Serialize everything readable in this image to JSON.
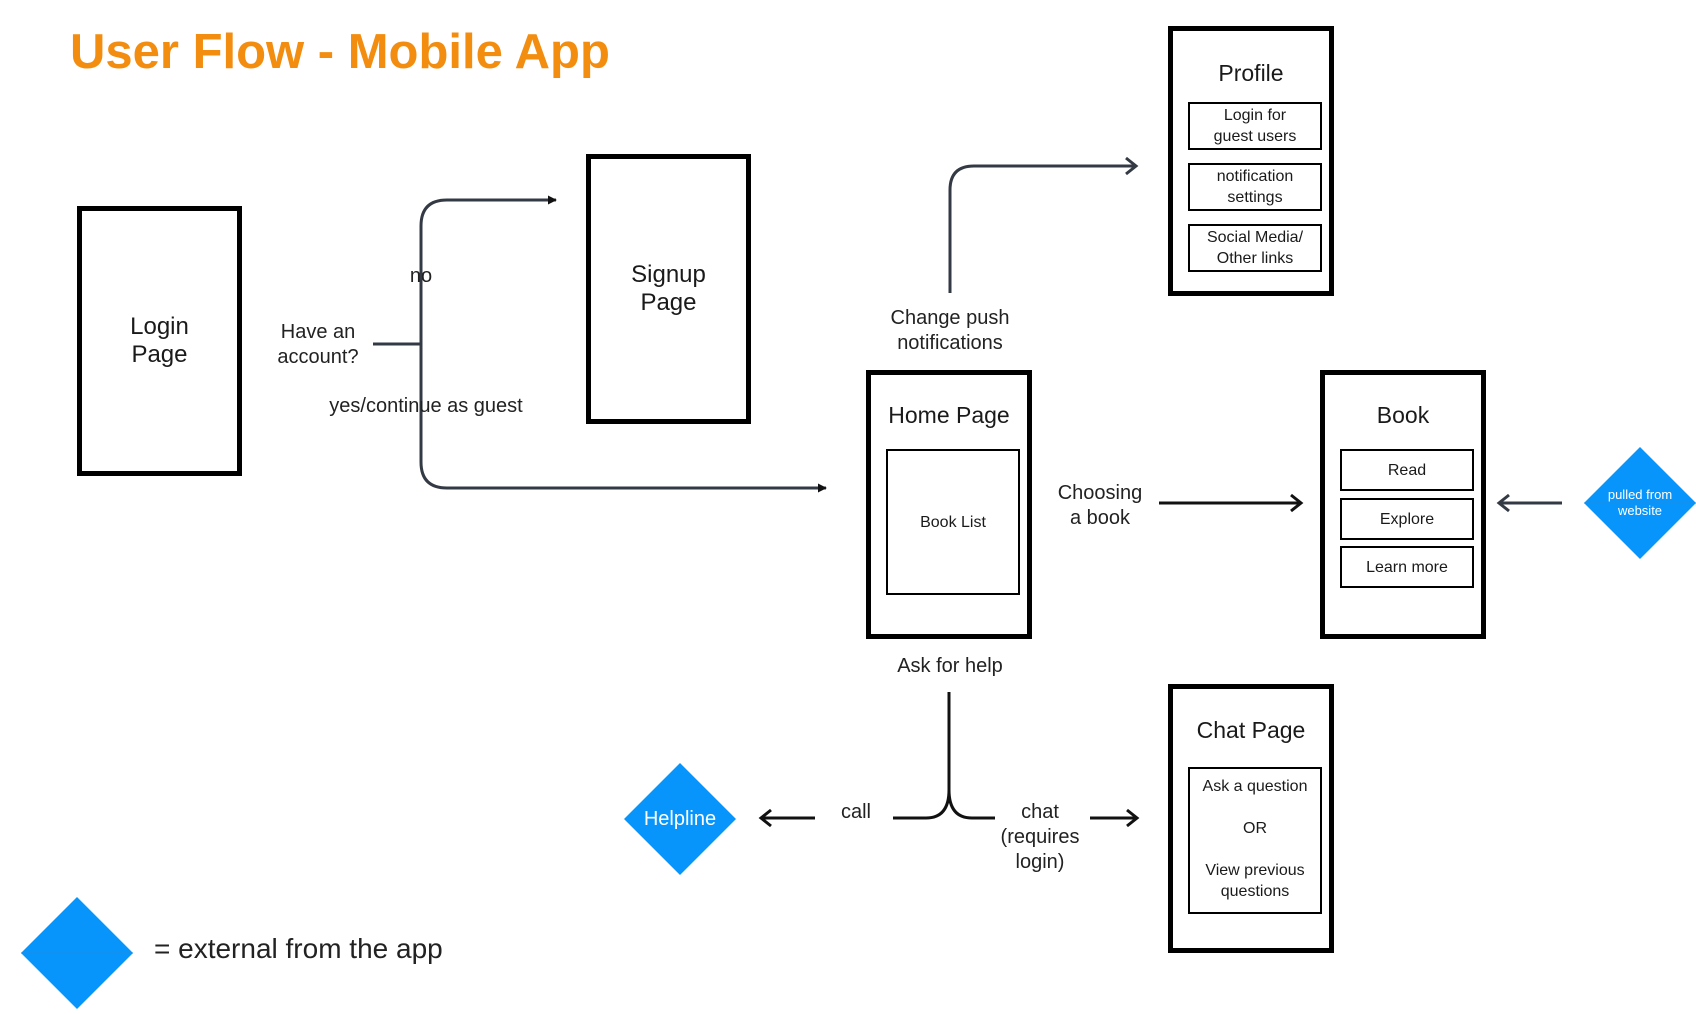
{
  "title": "User Flow - Mobile App",
  "colors": {
    "title": "#f28d10",
    "external": "#0895fb",
    "connector": "#333a44"
  },
  "screens": {
    "login": {
      "label": "Login\nPage"
    },
    "signup": {
      "label": "Signup\nPage"
    },
    "home": {
      "title": "Home Page",
      "inner": "Book List"
    },
    "profile": {
      "title": "Profile",
      "items": [
        "Login for\nguest users",
        "notification\nsettings",
        "Social Media/\nOther links"
      ]
    },
    "book": {
      "title": "Book",
      "items": [
        "Read",
        "Explore",
        "Learn more"
      ]
    },
    "chat": {
      "title": "Chat Page",
      "box": {
        "line1": "Ask a question",
        "line2": "OR",
        "line3": "View previous\nquestions"
      }
    }
  },
  "labels": {
    "have_account": "Have an\naccount?",
    "no": "no",
    "yes_guest": "yes/continue as guest",
    "change_push": "Change push\nnotifications",
    "choosing_book": "Choosing\na book",
    "ask_help": "Ask for help",
    "call": "call",
    "chat": "chat\n(requires\nlogin)"
  },
  "external": {
    "pulled": "pulled from\nwebsite",
    "helpline": "Helpline"
  },
  "legend": {
    "text": "= external from the app"
  }
}
